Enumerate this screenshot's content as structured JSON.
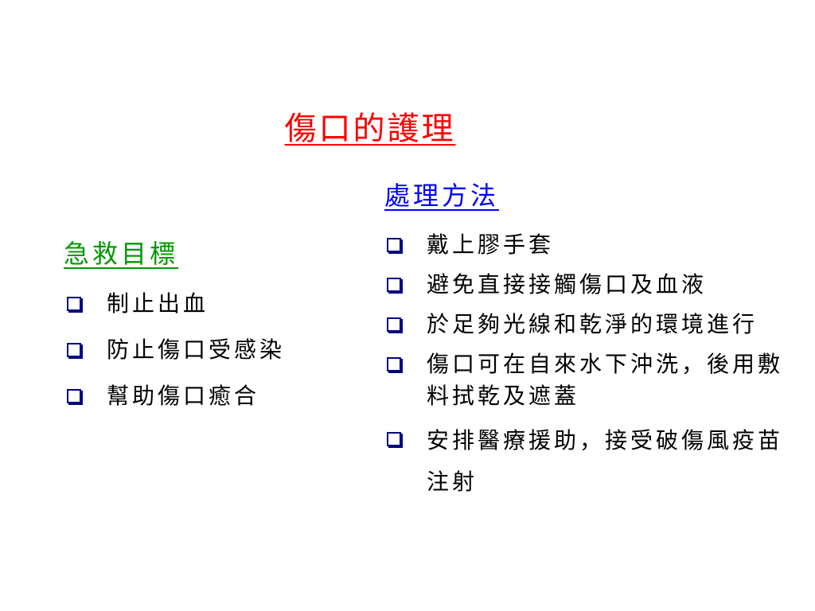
{
  "title": "傷口的護理",
  "left": {
    "heading": "急救目標",
    "items": [
      "制止出血",
      "防止傷口受感染",
      "幫助傷口癒合"
    ]
  },
  "right": {
    "heading": "處理方法",
    "items": [
      "戴上膠手套",
      "避免直接接觸傷口及血液",
      "於足夠光線和乾淨的環境進行",
      "傷口可在自來水下沖洗，後用敷料拭乾及遮蓋",
      "安排醫療援助，接受破傷風疫苗注射"
    ]
  },
  "colors": {
    "title": "#ff0000",
    "left_heading": "#009900",
    "right_heading": "#0000ff",
    "bullet": "#000080"
  },
  "icons": {
    "bullet": "hollow-square-bullet-icon"
  }
}
